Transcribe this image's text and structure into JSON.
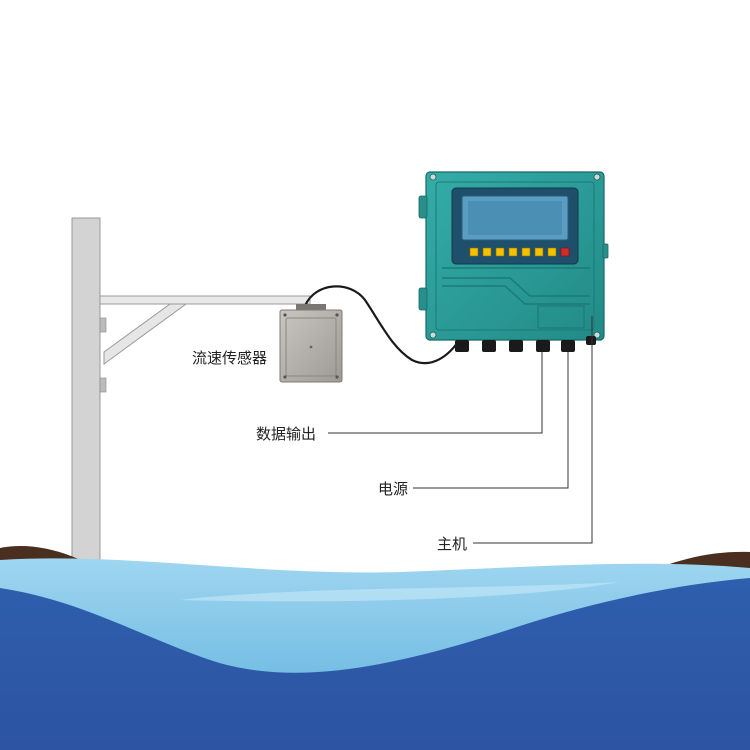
{
  "labels": {
    "sensor": "流速传感器",
    "data_output": "数据输出",
    "power": "电源",
    "host": "主机"
  },
  "colors": {
    "enclosure": "#2a9d9a",
    "enclosure_dark": "#1f7f7c",
    "display_frame": "#1e4f6b",
    "screen": "#4b8fb5",
    "water_light": "#7fc3e6",
    "water_deep": "#2f57a6",
    "soil": "#4a2e1f",
    "pole": "#cfcfcf",
    "sensor_body": "#b5b2ac"
  },
  "icons": {
    "keypad": "keypad-buttons-icon",
    "cable_glands": "cable-gland-icon"
  }
}
